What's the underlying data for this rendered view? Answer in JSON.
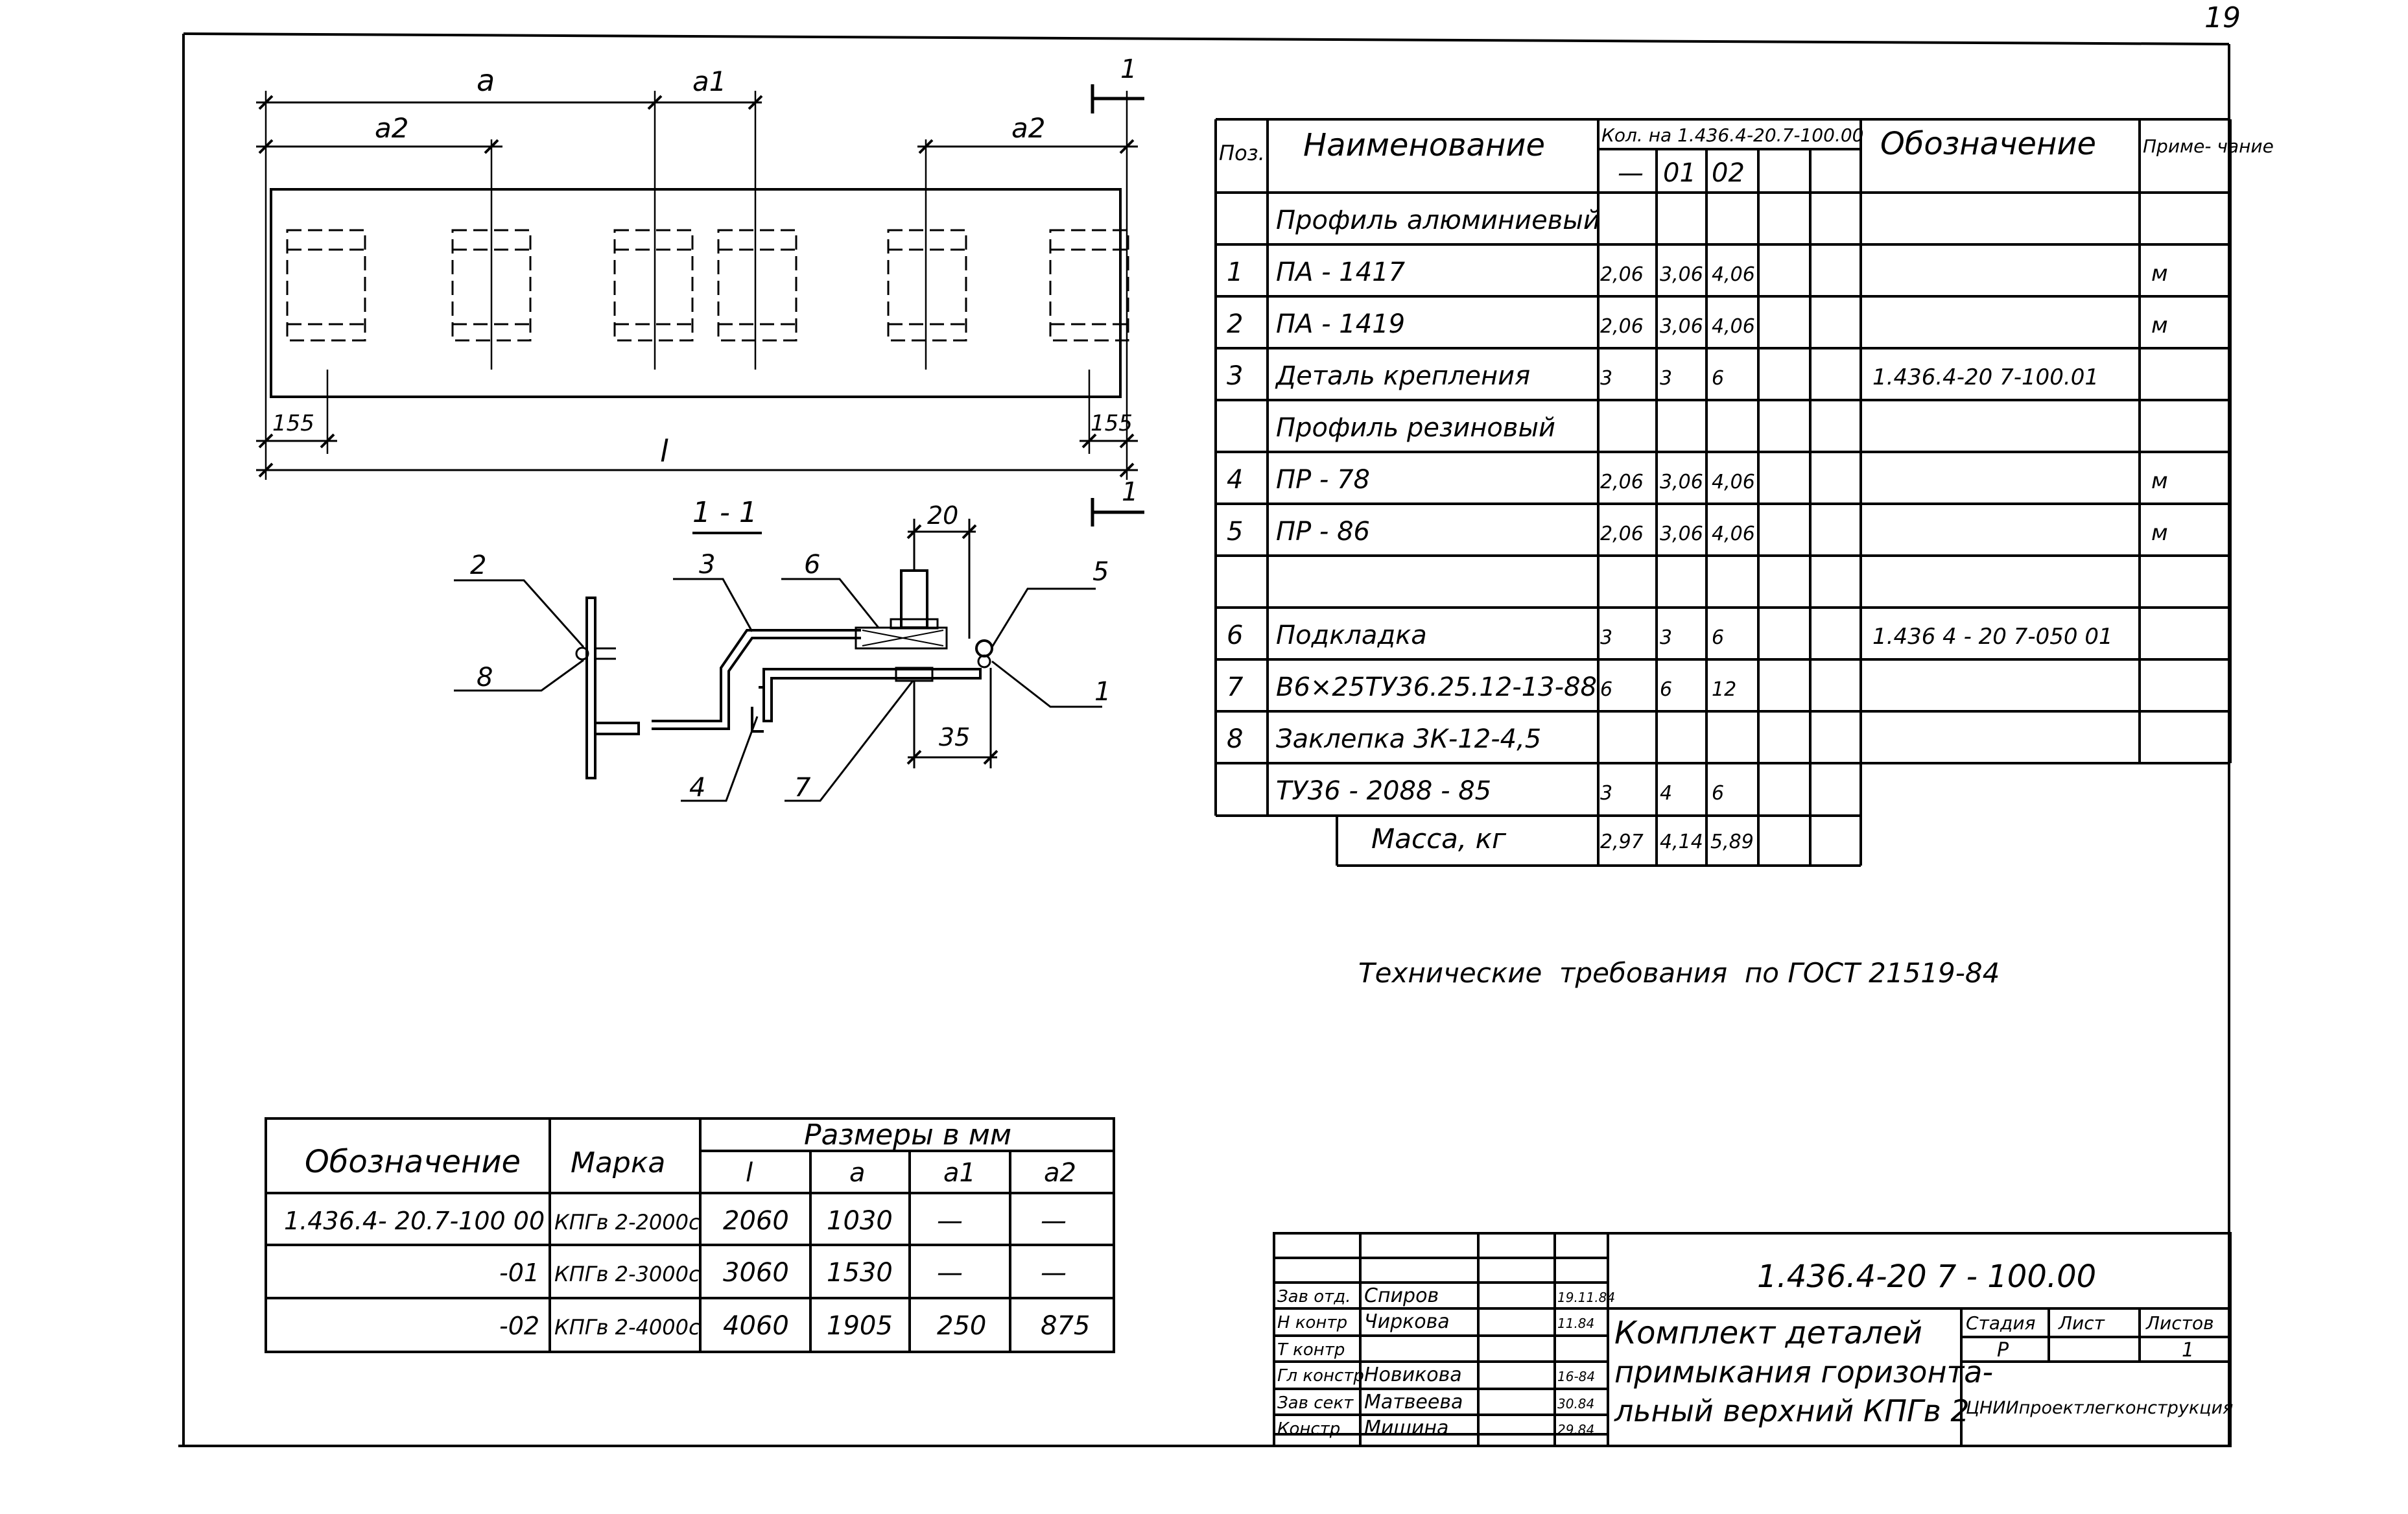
{
  "page_number": "19",
  "drawing": {
    "dim_a": "a",
    "dim_a1": "a1",
    "dim_a2": "a2",
    "dim_a2_right": "a2",
    "dim_l": "l",
    "dim_155_left": "155",
    "dim_155_right": "155",
    "section_mark_top": "1",
    "section_mark_bottom": "1",
    "section_title": "1 - 1",
    "dim_20": "20",
    "dim_35": "35",
    "callouts": [
      "2",
      "3",
      "6",
      "5",
      "8",
      "4",
      "7",
      "1"
    ]
  },
  "spec_table": {
    "headers": {
      "pos": "Поз.",
      "name": "Наименование",
      "qty": "Кол. на 1.436.4-20.7-100.00",
      "q0": "—",
      "q1": "01",
      "q2": "02",
      "designation": "Обозначение",
      "note": "Приме- чание"
    },
    "rows": [
      {
        "pos": "",
        "name": "Профиль алюминиевый",
        "q0": "",
        "q1": "",
        "q2": "",
        "des": "",
        "note": ""
      },
      {
        "pos": "1",
        "name": "ПА - 1417",
        "q0": "2,06",
        "q1": "3,06",
        "q2": "4,06",
        "des": "",
        "note": "м"
      },
      {
        "pos": "2",
        "name": "ПА - 1419",
        "q0": "2,06",
        "q1": "3,06",
        "q2": "4,06",
        "des": "",
        "note": "м"
      },
      {
        "pos": "3",
        "name": "Деталь крепления",
        "q0": "3",
        "q1": "3",
        "q2": "6",
        "des": "1.436.4-20 7-100.01",
        "note": ""
      },
      {
        "pos": "",
        "name": "Профиль резиновый",
        "q0": "",
        "q1": "",
        "q2": "",
        "des": "",
        "note": ""
      },
      {
        "pos": "4",
        "name": "ПР - 78",
        "q0": "2,06",
        "q1": "3,06",
        "q2": "4,06",
        "des": "",
        "note": "м"
      },
      {
        "pos": "5",
        "name": "ПР - 86",
        "q0": "2,06",
        "q1": "3,06",
        "q2": "4,06",
        "des": "",
        "note": "м"
      },
      {
        "pos": "",
        "name": "",
        "q0": "",
        "q1": "",
        "q2": "",
        "des": "",
        "note": ""
      },
      {
        "pos": "6",
        "name": "Подкладка",
        "q0": "3",
        "q1": "3",
        "q2": "6",
        "des": "1.436 4 - 20 7-050 01",
        "note": ""
      },
      {
        "pos": "7",
        "name": "В6×25ТУ36.25.12-13-88",
        "q0": "6",
        "q1": "6",
        "q2": "12",
        "des": "",
        "note": ""
      },
      {
        "pos": "8",
        "name": "Заклепка 3К-12-4,5",
        "q0": "",
        "q1": "",
        "q2": "",
        "des": "",
        "note": ""
      },
      {
        "pos": "",
        "name": "ТУ36 - 2088 - 85",
        "q0": "3",
        "q1": "4",
        "q2": "6",
        "des": "",
        "note": ""
      }
    ],
    "mass_label": "Масса, кг",
    "mass_q0": "2,97",
    "mass_q1": "4,14",
    "mass_q2": "5,89"
  },
  "tech_requirements": "Технические  требования  по ГОСТ 21519-84",
  "size_table": {
    "h_designation": "Обозначение",
    "h_mark": "Марка",
    "h_sizes": "Размеры в мм",
    "h_l": "l",
    "h_a": "a",
    "h_a1": "a1",
    "h_a2": "a2",
    "rows": [
      {
        "des": "1.436.4- 20.7-100 00",
        "mark": "КПГв 2-2000с",
        "l": "2060",
        "a": "1030",
        "a1": "—",
        "a2": "—"
      },
      {
        "des": "-01",
        "mark": "КПГв 2-3000с",
        "l": "3060",
        "a": "1530",
        "a1": "—",
        "a2": "—"
      },
      {
        "des": "-02",
        "mark": "КПГв 2-4000с",
        "l": "4060",
        "a": "1905",
        "a1": "250",
        "a2": "875"
      }
    ]
  },
  "title_block": {
    "doc_number": "1.436.4-20 7 - 100.00",
    "title_line1": "Комплект деталей",
    "title_line2": "примыкания горизонта-",
    "title_line3": "льный верхний КПГв 2",
    "stage_h": "Стадия",
    "sheet_h": "Лист",
    "sheets_h": "Листов",
    "stage": "Р",
    "sheet": "",
    "sheets": "1",
    "org": "ЦНИИпроектлегконструкция",
    "signers": [
      {
        "role": "Зав отд.",
        "name": "Спиров",
        "date": "19.11.84"
      },
      {
        "role": "Н контр",
        "name": "Чиркова",
        "date": "11.84"
      },
      {
        "role": "Т контр",
        "name": "",
        "date": ""
      },
      {
        "role": "Гл констр",
        "name": "Новикова",
        "date": "16-84"
      },
      {
        "role": "Зав сект",
        "name": "Матвеева",
        "date": "30.84"
      },
      {
        "role": "Констр",
        "name": "Мишина",
        "date": "29.84"
      }
    ]
  }
}
